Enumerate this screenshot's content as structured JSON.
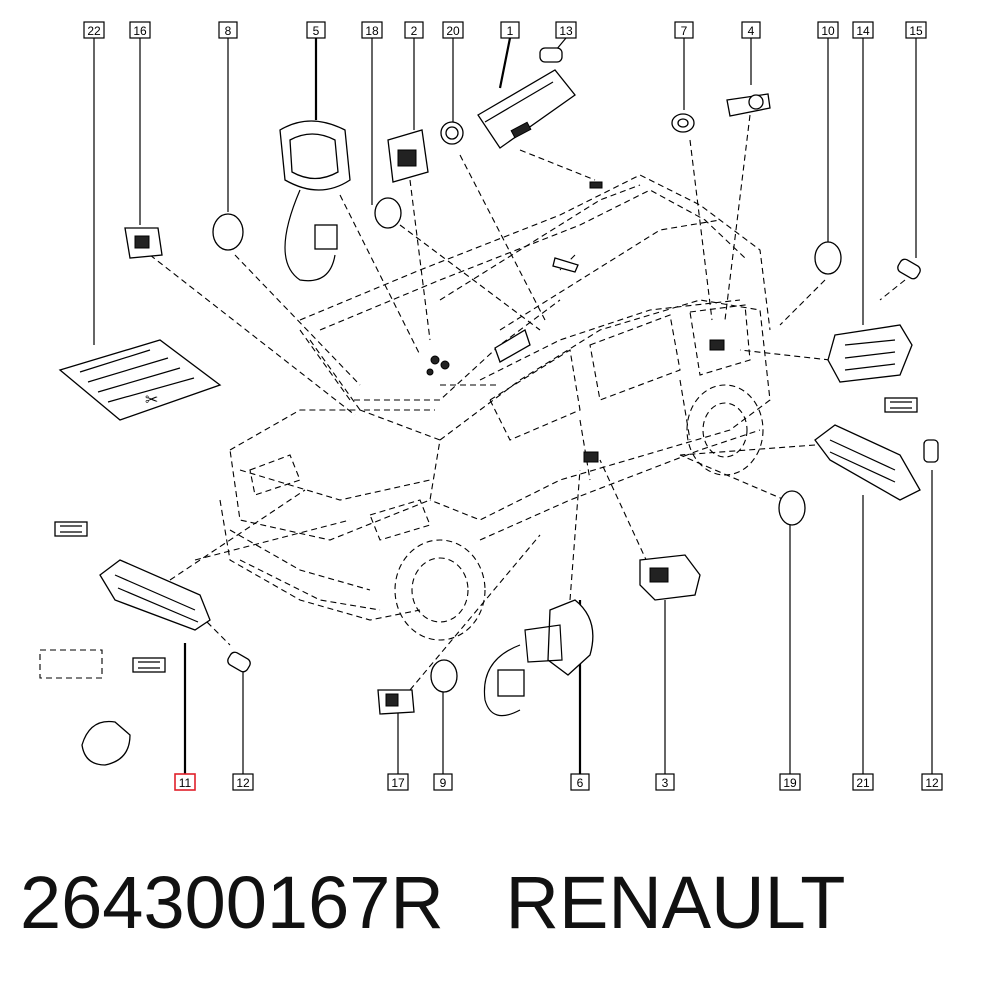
{
  "caption": {
    "part_number": "264300167R",
    "brand": "RENAULT"
  },
  "callouts": {
    "c22": "22",
    "c16": "16",
    "c8": "8",
    "c5": "5",
    "c18": "18",
    "c2": "2",
    "c20": "20",
    "c1": "1",
    "c13": "13",
    "c7": "7",
    "c4": "4",
    "c10": "10",
    "c14": "14",
    "c15": "15",
    "c11": "11",
    "c12a": "12",
    "c17": "17",
    "c9": "9",
    "c6": "6",
    "c3": "3",
    "c19": "19",
    "c21": "21",
    "c12b": "12"
  },
  "highlight_color": "#e0202a"
}
